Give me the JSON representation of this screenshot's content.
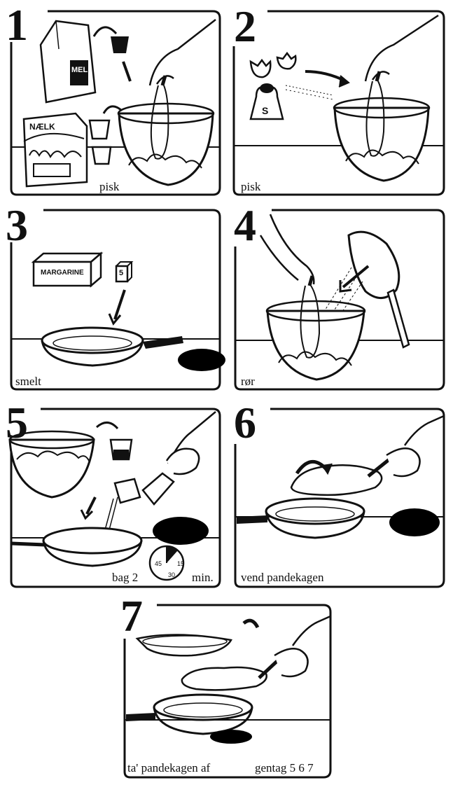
{
  "colors": {
    "ink": "#111111",
    "paper": "#ffffff",
    "shadow": "#000000"
  },
  "steps": [
    {
      "number": "1",
      "caption": "pisk",
      "labels": {
        "package": "NÆLK",
        "bag": "MEL"
      }
    },
    {
      "number": "2",
      "caption": "pisk",
      "labels": {
        "salt": "S"
      }
    },
    {
      "number": "3",
      "caption": "smelt",
      "labels": {
        "margarine": "MARGARINE",
        "cube": "5"
      }
    },
    {
      "number": "4",
      "caption": "rør"
    },
    {
      "number": "5",
      "caption": "bag 2",
      "caption_unit": "min.",
      "timer": {
        "marks": [
          "15",
          "30",
          "45"
        ]
      }
    },
    {
      "number": "6",
      "caption": "vend pandekagen"
    },
    {
      "number": "7",
      "caption": "ta' pandekagen af",
      "caption_extra": "gentag 5 6 7"
    }
  ]
}
